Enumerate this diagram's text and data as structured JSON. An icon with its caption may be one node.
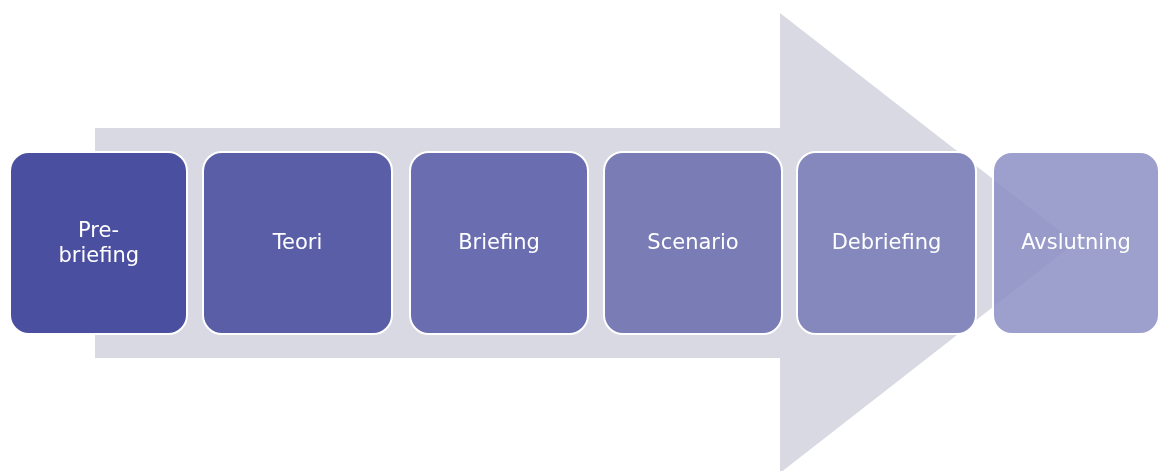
{
  "diagram": {
    "nodes": [
      {
        "text": [
          "Pre-briefing"
        ]
      },
      {
        "text": [
          "Teori"
        ]
      },
      {
        "text": [
          "Briefing"
        ]
      },
      {
        "text": [
          "Scenario"
        ]
      },
      {
        "text": [
          "Debriefing"
        ]
      },
      {
        "text": [
          "Avslutning"
        ]
      }
    ],
    "edges": [
      {
        "from": 0,
        "to": 5,
        "arrow": "to",
        "style": "thick"
      }
    ]
  }
}
